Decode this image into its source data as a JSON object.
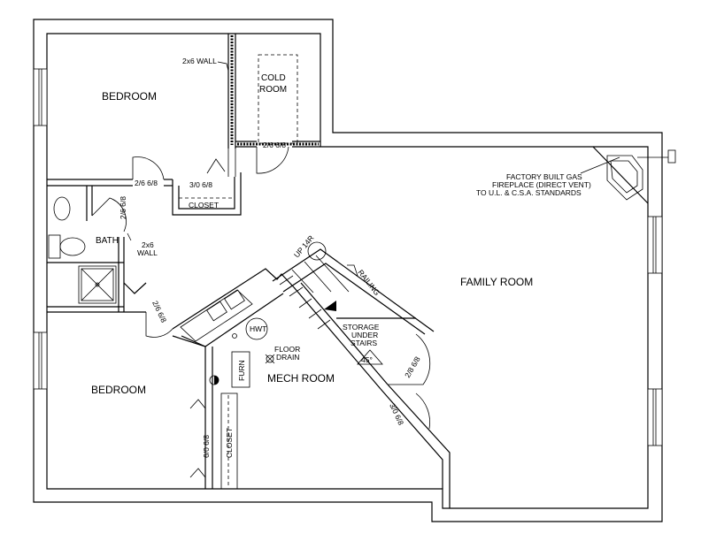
{
  "rooms": {
    "bedroom_top": "BEDROOM",
    "bedroom_bottom": "BEDROOM",
    "cold_room_1": "COLD",
    "cold_room_2": "ROOM",
    "bath": "BATH",
    "closet_top": "CLOSET",
    "closet_bottom": "CLOSET",
    "mech_room": "MECH ROOM",
    "family_room": "FAMILY ROOM"
  },
  "notes": {
    "wall_2x6_top": "2x6 WALL",
    "wall_2x6_left_1": "2x6",
    "wall_2x6_left_2": "WALL",
    "fireplace_1": "FACTORY BUILT GAS",
    "fireplace_2": "FIREPLACE (DIRECT VENT)",
    "fireplace_3": "TO U.L. & C.S.A. STANDARDS",
    "up_stairs": "UP 14R",
    "railing": "RAILING",
    "storage_1": "STORAGE",
    "storage_2": "UNDER",
    "storage_3": "STAIRS",
    "angle": "45°",
    "hwt": "HWT",
    "furn": "FURN",
    "floor_drain_1": "FLOOR",
    "floor_drain_2": "DRAIN"
  },
  "doors": {
    "cold_room": "2/6 6/8",
    "bedroom_top": "2/6 6/8",
    "closet_top": "3/0 6/8",
    "bath": "2/6 6/8",
    "bedroom_bottom": "2/6 6/8",
    "storage": "2/8 6/8",
    "mech": "3/0 6/8",
    "closet_bottom": "6/0 6/8"
  }
}
